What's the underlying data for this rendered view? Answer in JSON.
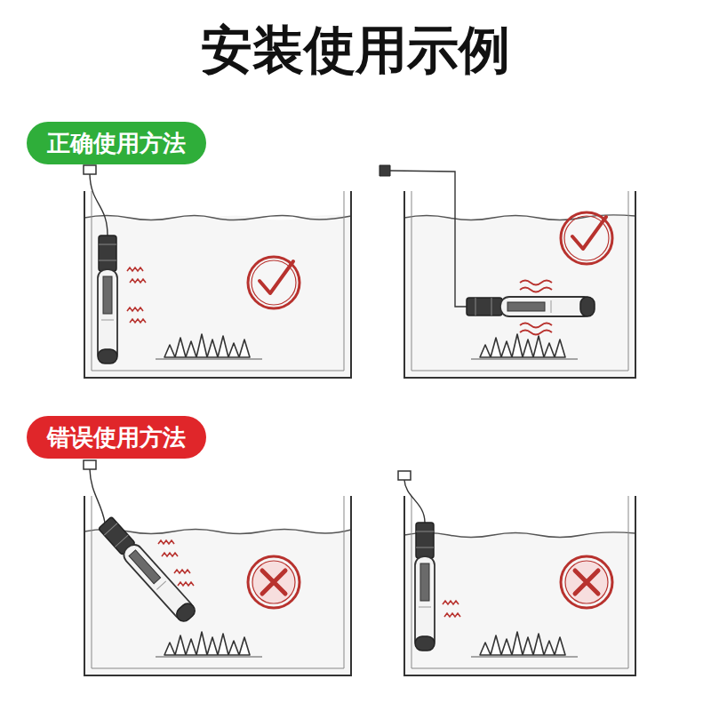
{
  "diagram": {
    "title": "安装使用示例",
    "nodes": [
      {
        "text": [
          "正确使用方法"
        ]
      },
      {
        "text": [
          "错误使用方法"
        ]
      }
    ]
  }
}
